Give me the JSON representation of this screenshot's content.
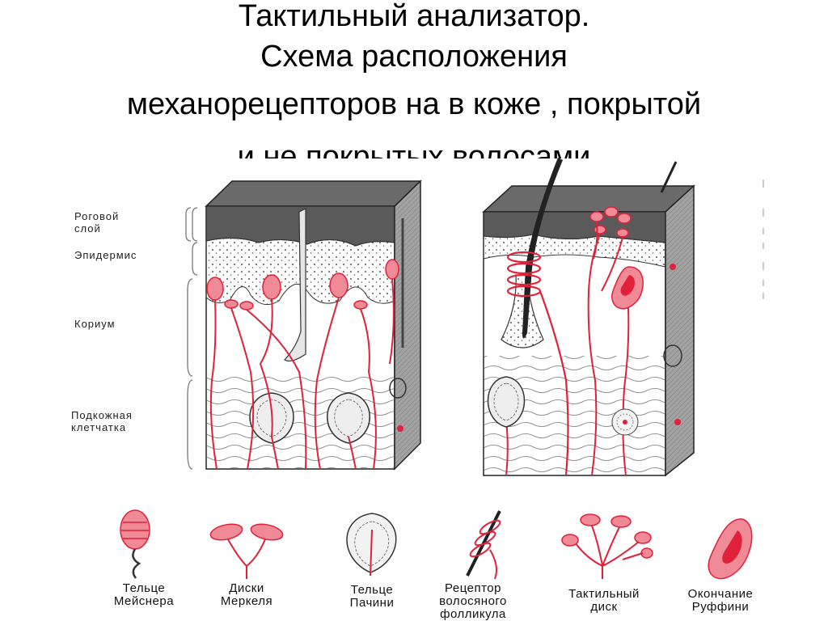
{
  "title": {
    "line1": "Тактильный анализатор.",
    "line2": "Схема расположения",
    "line3": "механорецепторов на в коже , покрытой",
    "line4": "и не покрытых  волосами"
  },
  "layers": {
    "horny": "Роговой\nслой",
    "epidermis": "Эпидермис",
    "corium": "Кориум",
    "subcutis": "Подкожная\nклетчатка"
  },
  "receptors": [
    {
      "label": "Тельце\nМейснера"
    },
    {
      "label": "Диски\nМеркеля"
    },
    {
      "label": "Тельце\nПачини"
    },
    {
      "label": "Рецептор\nволосяного\nфолликула"
    },
    {
      "label": "Тактильный\nдиск"
    },
    {
      "label": "Окончание\nРуффини"
    }
  ],
  "colors": {
    "nerve": "#e0213a",
    "receptor_fill": "#f08a96",
    "skin_dark": "#555555",
    "side_gray": "#9a9a9a"
  }
}
